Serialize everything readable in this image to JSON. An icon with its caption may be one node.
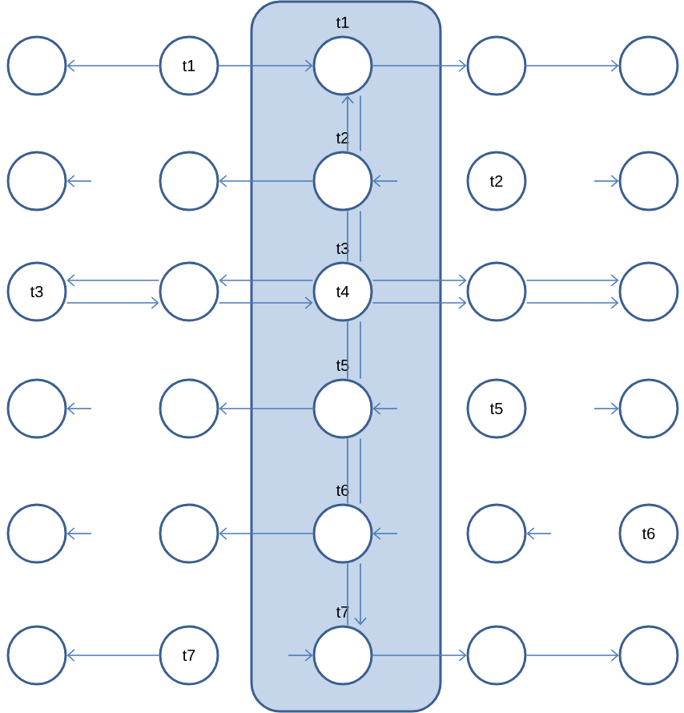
{
  "diagram": {
    "nodes": [
      {
        "text": [],
        "shape": "box"
      },
      {
        "text": [],
        "shape": "circle"
      },
      {
        "text": [
          "t1"
        ]
      },
      {
        "text": [],
        "shape": "circle",
        "in": 0,
        "beside": [
          "t1"
        ]
      },
      {
        "text": [],
        "shape": "circle"
      },
      {
        "text": [],
        "shape": "circle"
      },
      {
        "text": [],
        "shape": "circle"
      },
      {
        "text": [],
        "shape": "circle"
      },
      {
        "text": [],
        "shape": "circle",
        "in": 0,
        "beside": [
          "t2"
        ]
      },
      {
        "text": [
          "t2"
        ]
      },
      {
        "text": [],
        "shape": "circle"
      },
      {
        "text": [
          "t3"
        ]
      },
      {
        "text": [],
        "shape": "circle"
      },
      {
        "text": [
          "t4"
        ],
        "in": 0,
        "beside": [
          "t3"
        ]
      },
      {
        "text": [],
        "shape": "circle"
      },
      {
        "text": [],
        "shape": "circle"
      },
      {
        "text": [],
        "shape": "circle"
      },
      {
        "text": [],
        "shape": "circle"
      },
      {
        "text": [],
        "shape": "circle",
        "in": 0,
        "beside": [
          "t5"
        ]
      },
      {
        "text": [
          "t5"
        ]
      },
      {
        "text": [],
        "shape": "circle"
      },
      {
        "text": [],
        "shape": "circle"
      },
      {
        "text": [],
        "shape": "circle"
      },
      {
        "text": [],
        "shape": "circle",
        "in": 0,
        "beside": [
          "t6"
        ]
      },
      {
        "text": [],
        "shape": "circle"
      },
      {
        "text": [
          "t6"
        ]
      },
      {
        "text": [],
        "shape": "circle"
      },
      {
        "text": [
          "t7"
        ]
      },
      {
        "text": [],
        "shape": "circle",
        "in": 0,
        "beside": [
          "t7"
        ]
      },
      {
        "text": [],
        "shape": "circle"
      },
      {
        "text": [],
        "shape": "circle"
      }
    ],
    "edges": [
      {
        "from": 2,
        "to": 1,
        "arrow": "to"
      },
      {
        "from": 2,
        "to": 3,
        "arrow": "to"
      },
      {
        "from": 3,
        "to": 4,
        "arrow": "to"
      },
      {
        "from": 4,
        "to": 5,
        "arrow": "to"
      },
      {
        "from": 8,
        "to": 7,
        "arrow": "to"
      },
      {
        "from": null,
        "to": 6,
        "arrow": "to"
      },
      {
        "from": null,
        "to": 8,
        "arrow": "to"
      },
      {
        "from": null,
        "to": 10,
        "arrow": "to"
      },
      {
        "from": 12,
        "to": 11,
        "arrow": "to"
      },
      {
        "from": 11,
        "to": 12,
        "arrow": "to"
      },
      {
        "from": 13,
        "to": 12,
        "arrow": "to"
      },
      {
        "from": 12,
        "to": 13,
        "arrow": "to"
      },
      {
        "from": 13,
        "to": 14,
        "arrow": "to"
      },
      {
        "from": 13,
        "to": 14,
        "arrow": "to"
      },
      {
        "from": 14,
        "to": 15,
        "arrow": "to"
      },
      {
        "from": 14,
        "to": 15,
        "arrow": "to"
      },
      {
        "from": 18,
        "to": 17,
        "arrow": "to"
      },
      {
        "from": null,
        "to": 16,
        "arrow": "to"
      },
      {
        "from": null,
        "to": 18,
        "arrow": "to"
      },
      {
        "from": null,
        "to": 20,
        "arrow": "to"
      },
      {
        "from": 23,
        "to": 22,
        "arrow": "to"
      },
      {
        "from": null,
        "to": 21,
        "arrow": "to"
      },
      {
        "from": null,
        "to": 23,
        "arrow": "to"
      },
      {
        "from": null,
        "to": 24,
        "arrow": "to"
      },
      {
        "from": 27,
        "to": 26,
        "arrow": "to"
      },
      {
        "from": null,
        "to": 28,
        "arrow": "to"
      },
      {
        "from": 28,
        "to": 29,
        "arrow": "to"
      },
      {
        "from": 29,
        "to": 30,
        "arrow": "to"
      },
      {
        "from": 3,
        "to": 8,
        "arrow": "none"
      },
      {
        "from": 8,
        "to": 13,
        "arrow": "none"
      },
      {
        "from": 13,
        "to": 18,
        "arrow": "none"
      },
      {
        "from": 18,
        "to": 23,
        "arrow": "none"
      },
      {
        "from": 23,
        "to": 28,
        "arrow": "to"
      },
      {
        "from": 28,
        "to": 23,
        "arrow": "none"
      },
      {
        "from": 23,
        "to": 18,
        "arrow": "none"
      },
      {
        "from": 18,
        "to": 13,
        "arrow": "none"
      },
      {
        "from": 13,
        "to": 8,
        "arrow": "none"
      },
      {
        "from": 8,
        "to": 3,
        "arrow": "to"
      }
    ]
  }
}
